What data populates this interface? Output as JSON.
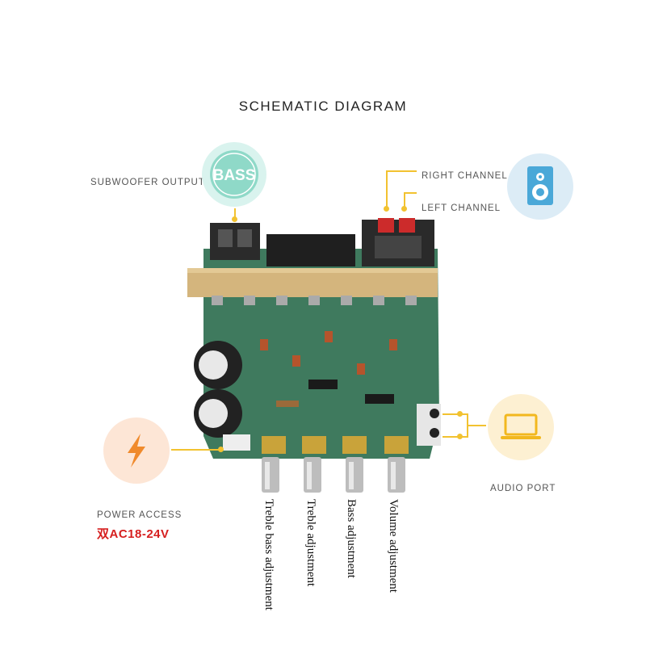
{
  "title": "SCHEMATIC DIAGRAM",
  "labels": {
    "subwoofer_output": "SUBWOOFER OUTPUT",
    "right_channel": "RIGHT CHANNEL",
    "left_channel": "LEFT CHANNEL",
    "audio_port": "AUDIO PORT",
    "power_access": "POWER ACCESS",
    "power_value": "双AC18-24V"
  },
  "bass_badge": "BASS",
  "knobs": [
    {
      "label": "Treble bass adjustment"
    },
    {
      "label": "Treble adjustment"
    },
    {
      "label": "Bass adjustment"
    },
    {
      "label": "Volume adjustment"
    }
  ],
  "colors": {
    "accent_yellow": "#f2c230",
    "bass_teal": "#8fd9c8",
    "speaker_blue": "#4aa8d8",
    "power_red": "#d61f1f",
    "board_green": "#3f7a5e"
  },
  "icons": [
    "bass-icon",
    "speaker-icon",
    "laptop-icon",
    "lightning-icon"
  ]
}
